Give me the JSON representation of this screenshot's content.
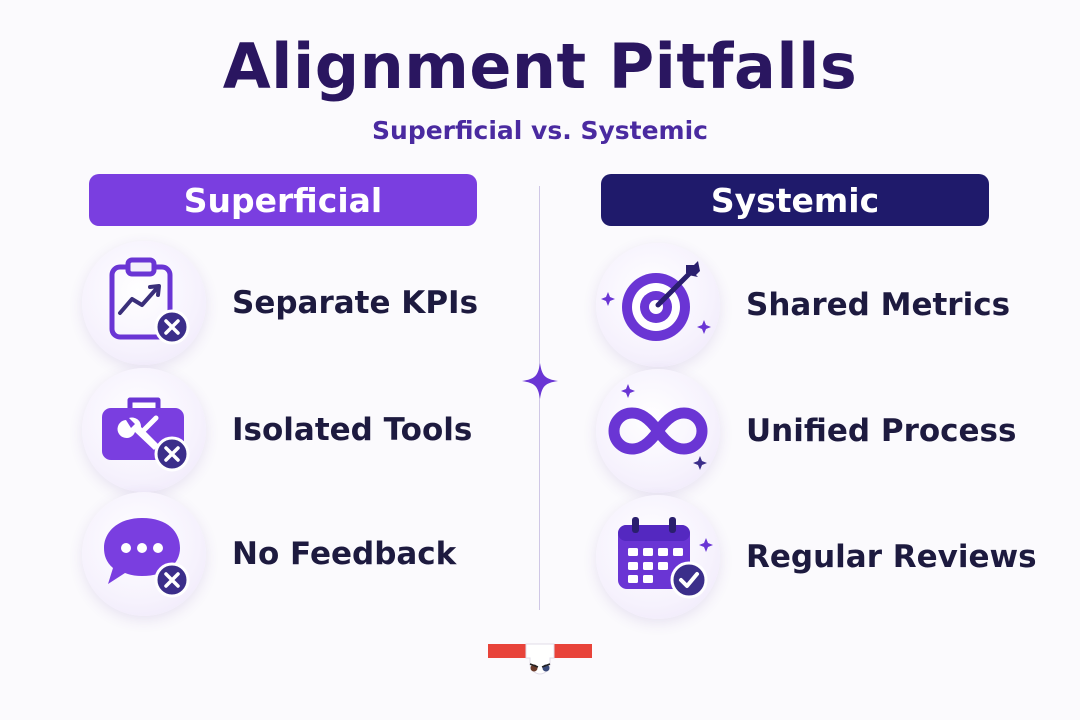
{
  "title": "Alignment Pitfalls",
  "subtitle": "Superficial vs. Systemic",
  "columns": {
    "left": {
      "heading": "Superficial",
      "color": "#7a3ee0",
      "items": [
        {
          "label": "Separate KPIs",
          "icon": "clipboard-chart-x-icon"
        },
        {
          "label": "Isolated Tools",
          "icon": "toolbox-x-icon"
        },
        {
          "label": "No Feedback",
          "icon": "chat-bubble-x-icon"
        }
      ]
    },
    "right": {
      "heading": "Systemic",
      "color": "#1f1a6b",
      "items": [
        {
          "label": "Shared Metrics",
          "icon": "target-arrow-icon"
        },
        {
          "label": "Unified Process",
          "icon": "infinity-icon"
        },
        {
          "label": "Regular Reviews",
          "icon": "calendar-check-icon"
        }
      ]
    }
  },
  "colors": {
    "primary_purple": "#7a3ee0",
    "dark_navy": "#1f1a6b",
    "title": "#2a1660",
    "icon_purple": "#6a35d4"
  }
}
